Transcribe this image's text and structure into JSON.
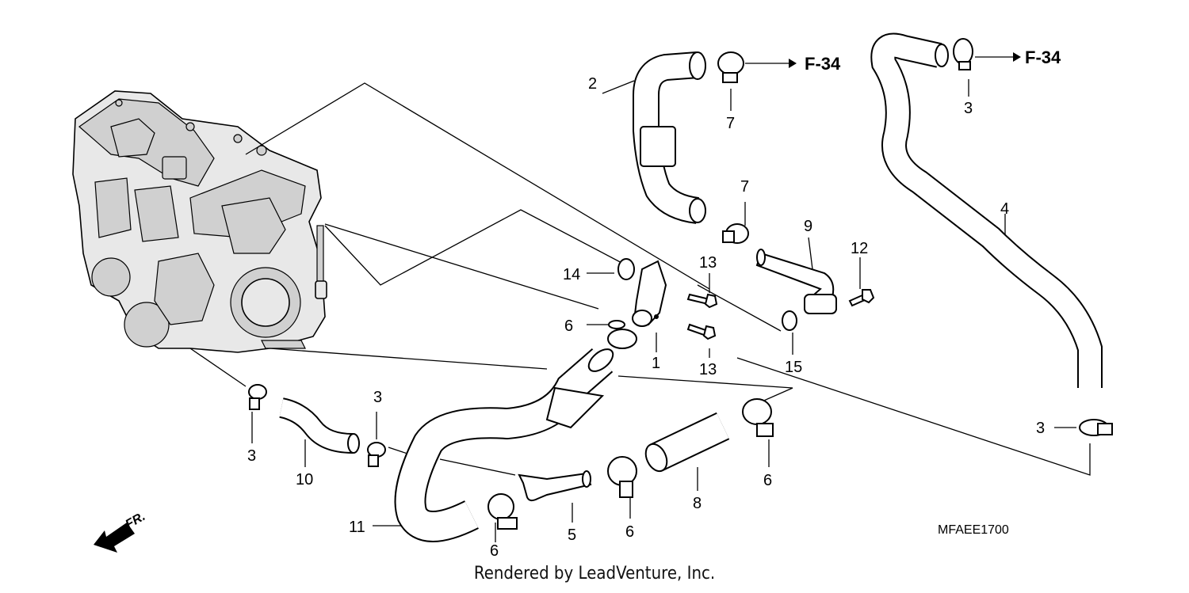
{
  "callouts": {
    "c1": "1",
    "c2": "2",
    "c3a": "3",
    "c3b": "3",
    "c3c": "3",
    "c3d": "3",
    "c4": "4",
    "c5": "5",
    "c6a": "6",
    "c6b": "6",
    "c6c": "6",
    "c6d": "6",
    "c7a": "7",
    "c7b": "7",
    "c8": "8",
    "c9": "9",
    "c10": "10",
    "c11": "11",
    "c12": "12",
    "c13a": "13",
    "c13b": "13",
    "c14": "14",
    "c15": "15"
  },
  "refs": {
    "r1": "F-34",
    "r2": "F-34"
  },
  "diagram_code": "MFAEE1700",
  "front_label": "FR.",
  "footer": "Rendered by LeadVenture, Inc."
}
